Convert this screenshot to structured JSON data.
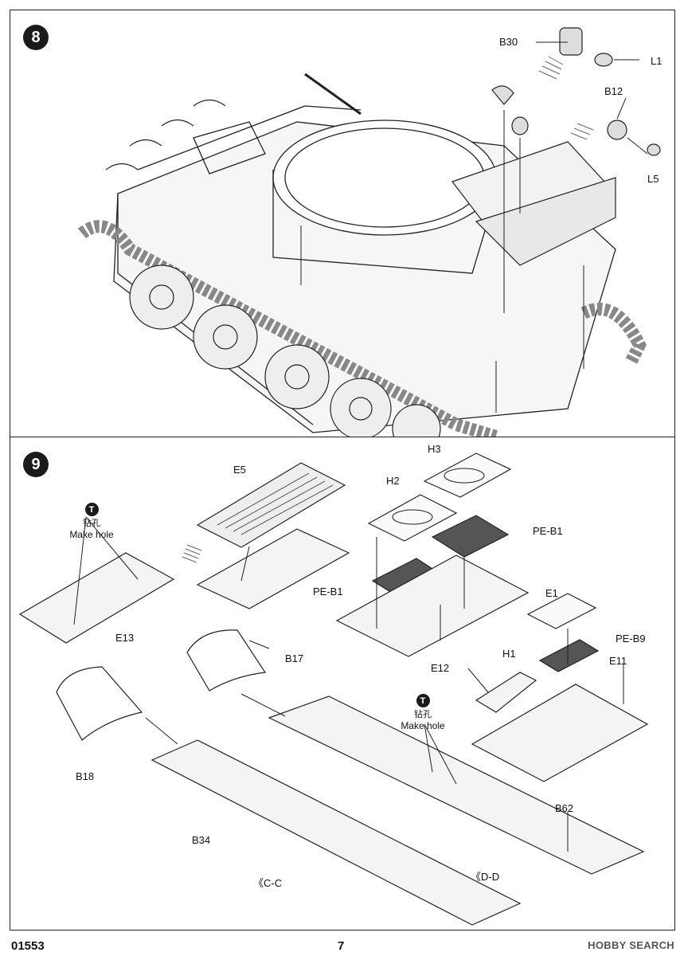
{
  "steps": {
    "step8": {
      "number": "8",
      "parts": [
        "B30",
        "L1",
        "B12",
        "L5"
      ]
    },
    "step9": {
      "number": "9",
      "parts": [
        "E5",
        "H3",
        "H2",
        "PE-B1",
        "PE-B1",
        "E12",
        "E13",
        "B17",
        "E1",
        "PE-B9",
        "H1",
        "E11",
        "B18",
        "B34",
        "B62"
      ],
      "drill_notes": [
        {
          "icon": "T",
          "zh": "钻孔",
          "en": "Make hole"
        },
        {
          "icon": "T",
          "zh": "钻孔",
          "en": "Make hole"
        }
      ],
      "section_marks": [
        "《C-C",
        "《D-D"
      ]
    }
  },
  "footer": {
    "code": "01553",
    "page": "7"
  },
  "watermark": "HOBBY SEARCH"
}
